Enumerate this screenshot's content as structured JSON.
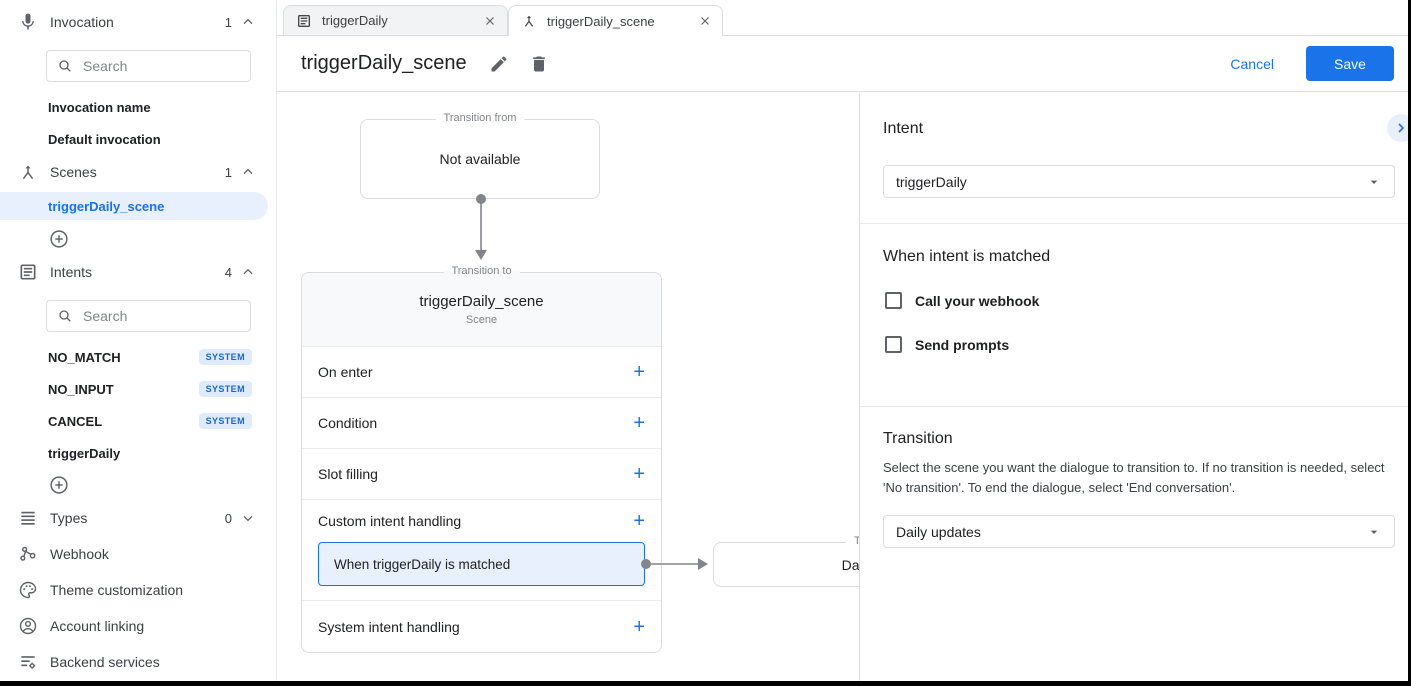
{
  "tabs": {
    "tab1": {
      "label": "triggerDaily"
    },
    "tab2": {
      "label": "triggerDaily_scene"
    }
  },
  "header": {
    "title": "triggerDaily_scene",
    "cancel": "Cancel",
    "save": "Save"
  },
  "sidebar": {
    "invocation": {
      "label": "Invocation",
      "count": "1",
      "search_placeholder": "Search",
      "items": [
        {
          "label": "Invocation name"
        },
        {
          "label": "Default invocation"
        }
      ]
    },
    "scenes": {
      "label": "Scenes",
      "count": "1",
      "selected": "triggerDaily_scene"
    },
    "intents": {
      "label": "Intents",
      "count": "4",
      "search_placeholder": "Search",
      "items": [
        {
          "label": "NO_MATCH",
          "badge": "SYSTEM"
        },
        {
          "label": "NO_INPUT",
          "badge": "SYSTEM"
        },
        {
          "label": "CANCEL",
          "badge": "SYSTEM"
        },
        {
          "label": "triggerDaily",
          "badge": ""
        }
      ]
    },
    "types": {
      "label": "Types",
      "count": "0"
    },
    "links": [
      {
        "label": "Webhook"
      },
      {
        "label": "Theme customization"
      },
      {
        "label": "Account linking"
      },
      {
        "label": "Backend services"
      }
    ]
  },
  "canvas": {
    "transition_from": {
      "legend": "Transition from",
      "body": "Not available"
    },
    "scene_node": {
      "legend": "Transition to",
      "title": "triggerDaily_scene",
      "subtitle": "Scene",
      "rows": [
        {
          "label": "On enter"
        },
        {
          "label": "Condition"
        },
        {
          "label": "Slot filling"
        },
        {
          "label": "Custom intent handling"
        }
      ],
      "handler": "When triggerDaily is matched",
      "system_row": "System intent handling",
      "add_glyph": "+"
    },
    "target_node": {
      "legend": "Transition to",
      "title": "Daily updates"
    }
  },
  "panel": {
    "intent_heading": "Intent",
    "intent_value": "triggerDaily",
    "matched_heading": "When intent is matched",
    "checkbox1": "Call your webhook",
    "checkbox2": "Send prompts",
    "transition_heading": "Transition",
    "transition_description": "Select the scene you want the dialogue to transition to. If no transition is needed, select 'No transition'. To end the dialogue, select 'End conversation'.",
    "transition_value": "Daily updates"
  },
  "colors": {
    "accent": "#1a73e8",
    "selected_bg": "#e8f0fe",
    "badge_text": "#1967d2",
    "border": "#dadce0"
  }
}
